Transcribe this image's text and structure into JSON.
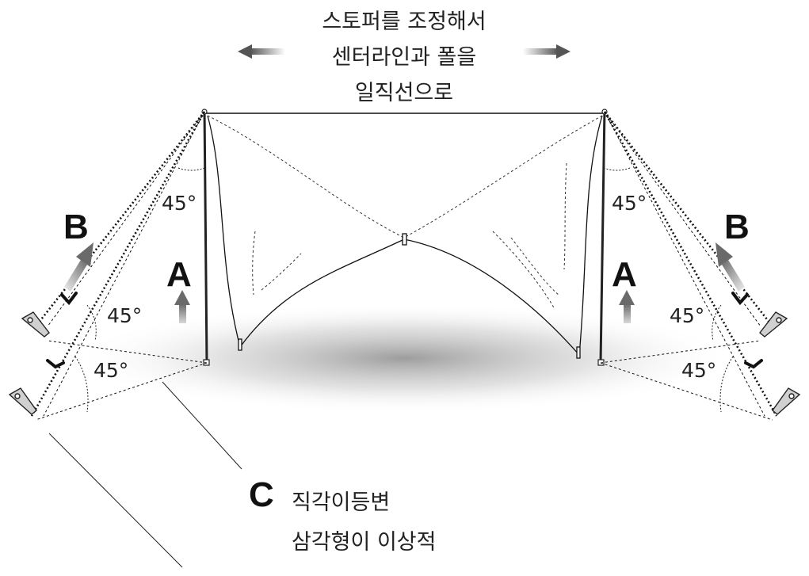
{
  "title": {
    "line1": "스토퍼를 조정해서",
    "line2": "센터라인과 폴을",
    "line3": "일직선으로"
  },
  "labels": {
    "A": "A",
    "B": "B",
    "C": "C"
  },
  "angle_text": "45°",
  "note": {
    "line1": "직각이등변",
    "line2": "삼각형이 이상적"
  },
  "colors": {
    "line": "#111111",
    "arrow_gray": "#8a8a8a",
    "ground_shadow": "#9a9a9a",
    "peg_fill": "#cfcfcf"
  }
}
